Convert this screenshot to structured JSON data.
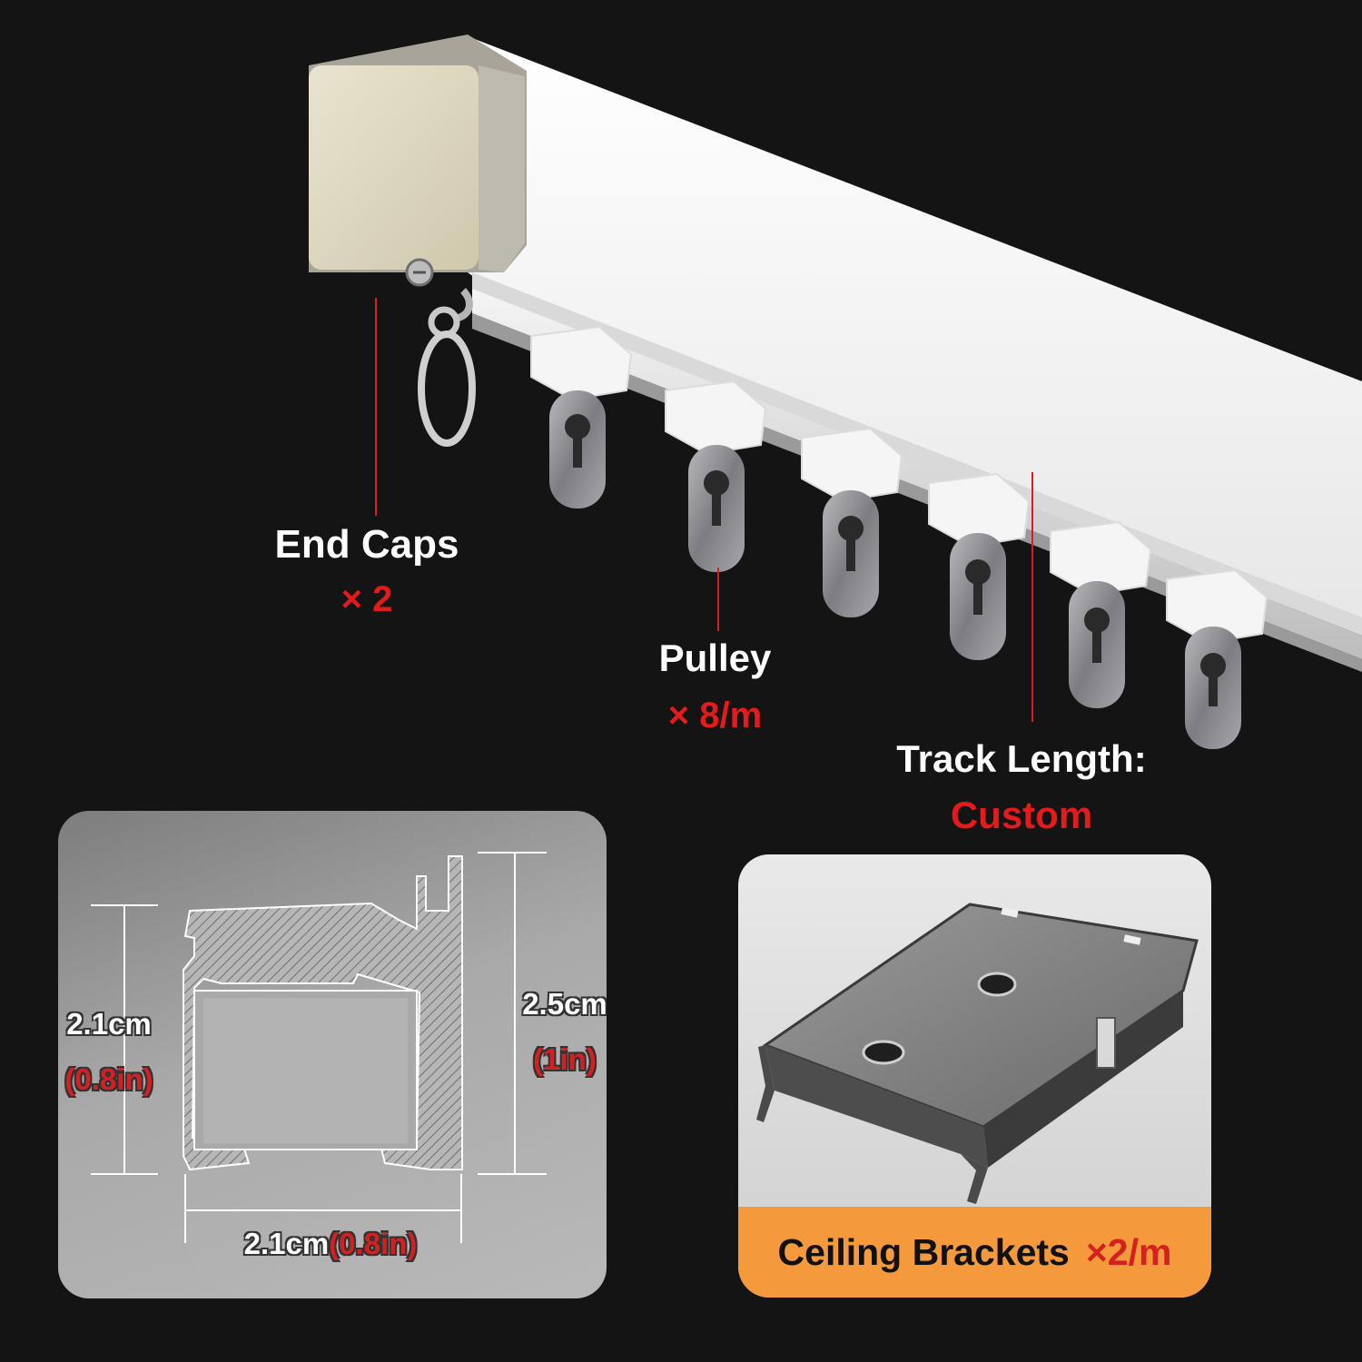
{
  "colors": {
    "background": "#141414",
    "label_white": "#ffffff",
    "accent_red": "#e51b1b",
    "caption_orange": "#f59a3c",
    "dim_red": "#d42020"
  },
  "callouts": {
    "end_caps": {
      "label": "End Caps",
      "qty": "× 2"
    },
    "pulley": {
      "label": "Pulley",
      "qty": "× 8/m"
    },
    "track_length": {
      "label": "Track Length:",
      "value": "Custom"
    }
  },
  "profile_panel": {
    "height_left": {
      "value": "2.1cm",
      "imperial": "(0.8in)"
    },
    "height_right": {
      "value": "2.5cm",
      "imperial": "(1in)"
    },
    "width": {
      "value": "2.1cm",
      "imperial": "(0.8in)"
    }
  },
  "bracket_panel": {
    "caption": "Ceiling Brackets",
    "qty": "×2/m"
  },
  "icons": [
    "end-cap-icon",
    "pulley-icon",
    "track-rail-icon",
    "ceiling-bracket-icon"
  ]
}
